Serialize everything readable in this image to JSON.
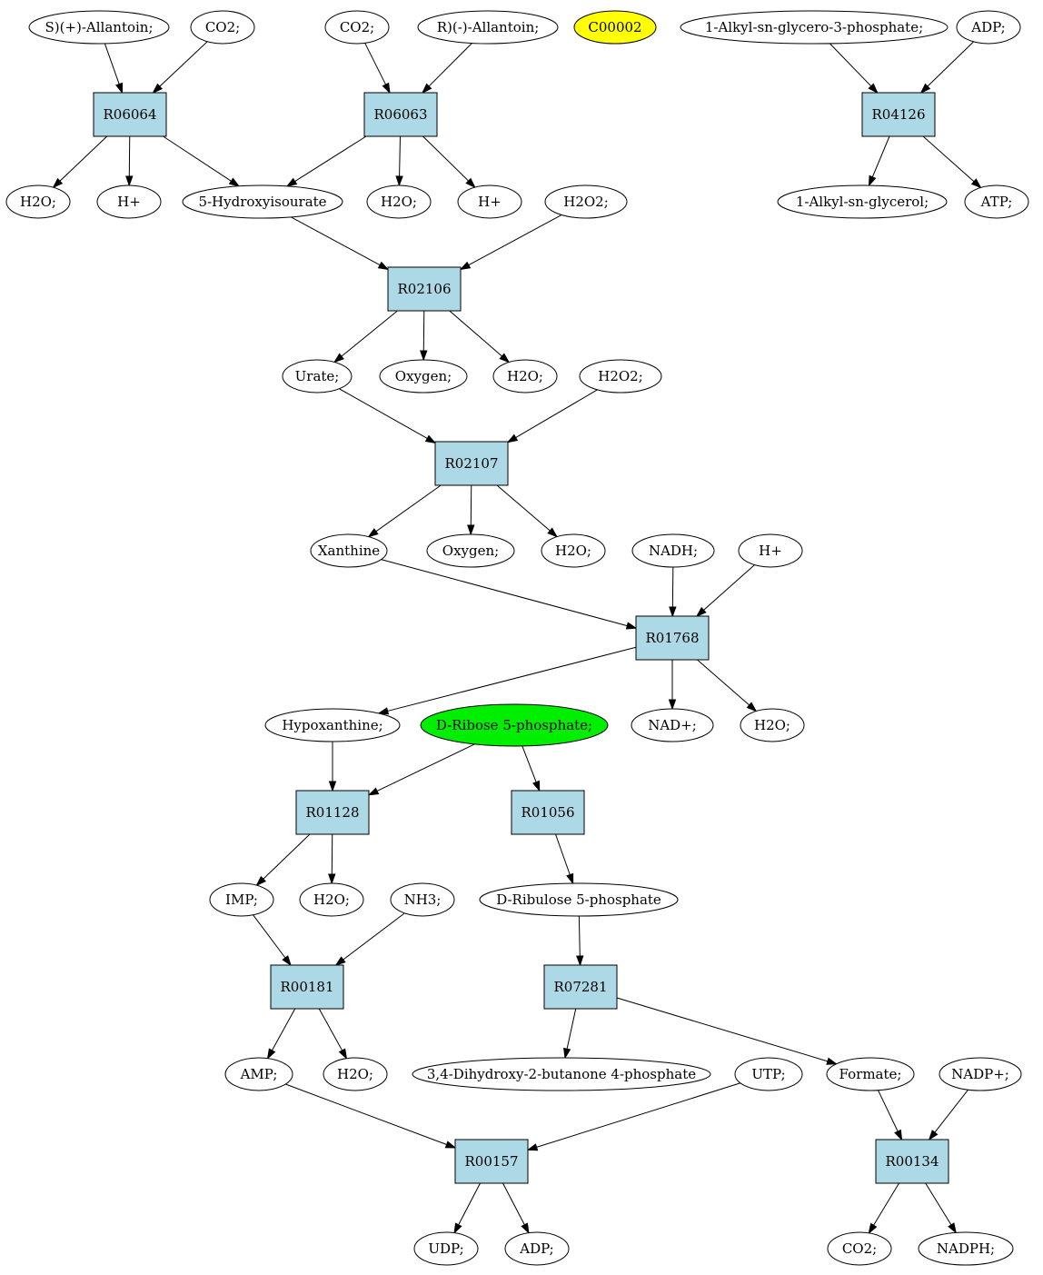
{
  "colors": {
    "reaction_fill": "#add8e6",
    "compound_fill": "#ffffff",
    "highlight_yellow": "#ffff00",
    "highlight_green": "#00ee00",
    "stroke": "#000000"
  },
  "nodes": {
    "n1": {
      "label": "S)(+)-Allantoin;",
      "kind": "compound"
    },
    "n2": {
      "label": "CO2;",
      "kind": "compound"
    },
    "n3": {
      "label": "CO2;",
      "kind": "compound"
    },
    "n4": {
      "label": "R)(-)-Allantoin;",
      "kind": "compound"
    },
    "n5": {
      "label": "C00002",
      "kind": "compound",
      "fill": "highlight_yellow"
    },
    "n6": {
      "label": "1-Alkyl-sn-glycero-3-phosphate;",
      "kind": "compound"
    },
    "n7": {
      "label": "ADP;",
      "kind": "compound"
    },
    "r1": {
      "label": "R06064",
      "kind": "reaction"
    },
    "r2": {
      "label": "R06063",
      "kind": "reaction"
    },
    "r3": {
      "label": "R04126",
      "kind": "reaction"
    },
    "n8": {
      "label": "H2O;",
      "kind": "compound"
    },
    "n9": {
      "label": "H+",
      "kind": "compound"
    },
    "n10": {
      "label": "5-Hydroxyisourate",
      "kind": "compound"
    },
    "n11": {
      "label": "H2O;",
      "kind": "compound"
    },
    "n12": {
      "label": "H+",
      "kind": "compound"
    },
    "n13": {
      "label": "H2O2;",
      "kind": "compound"
    },
    "n14": {
      "label": "1-Alkyl-sn-glycerol;",
      "kind": "compound"
    },
    "n15": {
      "label": "ATP;",
      "kind": "compound"
    },
    "r4": {
      "label": "R02106",
      "kind": "reaction"
    },
    "n16": {
      "label": "Urate;",
      "kind": "compound"
    },
    "n17": {
      "label": "Oxygen;",
      "kind": "compound"
    },
    "n18": {
      "label": "H2O;",
      "kind": "compound"
    },
    "n19": {
      "label": "H2O2;",
      "kind": "compound"
    },
    "r5": {
      "label": "R02107",
      "kind": "reaction"
    },
    "n20": {
      "label": "Xanthine",
      "kind": "compound"
    },
    "n21": {
      "label": "Oxygen;",
      "kind": "compound"
    },
    "n22": {
      "label": "H2O;",
      "kind": "compound"
    },
    "n23": {
      "label": "NADH;",
      "kind": "compound"
    },
    "n24": {
      "label": "H+",
      "kind": "compound"
    },
    "r6": {
      "label": "R01768",
      "kind": "reaction"
    },
    "n25": {
      "label": "Hypoxanthine;",
      "kind": "compound"
    },
    "n26": {
      "label": "D-Ribose 5-phosphate;",
      "kind": "compound",
      "fill": "highlight_green"
    },
    "n27": {
      "label": "NAD+;",
      "kind": "compound"
    },
    "n28": {
      "label": "H2O;",
      "kind": "compound"
    },
    "r7": {
      "label": "R01128",
      "kind": "reaction"
    },
    "r8": {
      "label": "R01056",
      "kind": "reaction"
    },
    "n29": {
      "label": "IMP;",
      "kind": "compound"
    },
    "n30": {
      "label": "H2O;",
      "kind": "compound"
    },
    "n31": {
      "label": "NH3;",
      "kind": "compound"
    },
    "n32": {
      "label": "D-Ribulose 5-phosphate",
      "kind": "compound"
    },
    "r9": {
      "label": "R00181",
      "kind": "reaction"
    },
    "r10": {
      "label": "R07281",
      "kind": "reaction"
    },
    "n33": {
      "label": "AMP;",
      "kind": "compound"
    },
    "n34": {
      "label": "H2O;",
      "kind": "compound"
    },
    "n35": {
      "label": "3,4-Dihydroxy-2-butanone 4-phosphate",
      "kind": "compound"
    },
    "n36": {
      "label": "UTP;",
      "kind": "compound"
    },
    "n37": {
      "label": "Formate;",
      "kind": "compound"
    },
    "n38": {
      "label": "NADP+;",
      "kind": "compound"
    },
    "r11": {
      "label": "R00157",
      "kind": "reaction"
    },
    "r12": {
      "label": "R00134",
      "kind": "reaction"
    },
    "n39": {
      "label": "UDP;",
      "kind": "compound"
    },
    "n40": {
      "label": "ADP;",
      "kind": "compound"
    },
    "n41": {
      "label": "CO2;",
      "kind": "compound"
    },
    "n42": {
      "label": "NADPH;",
      "kind": "compound"
    }
  },
  "edges": [
    [
      "n1",
      "r1"
    ],
    [
      "n2",
      "r1"
    ],
    [
      "n3",
      "r2"
    ],
    [
      "n4",
      "r2"
    ],
    [
      "n6",
      "r3"
    ],
    [
      "n7",
      "r3"
    ],
    [
      "r1",
      "n8"
    ],
    [
      "r1",
      "n9"
    ],
    [
      "r1",
      "n10"
    ],
    [
      "r2",
      "n10"
    ],
    [
      "r2",
      "n11"
    ],
    [
      "r2",
      "n12"
    ],
    [
      "r3",
      "n14"
    ],
    [
      "r3",
      "n15"
    ],
    [
      "n10",
      "r4"
    ],
    [
      "n13",
      "r4"
    ],
    [
      "r4",
      "n16"
    ],
    [
      "r4",
      "n17"
    ],
    [
      "r4",
      "n18"
    ],
    [
      "n16",
      "r5"
    ],
    [
      "n19",
      "r5"
    ],
    [
      "r5",
      "n20"
    ],
    [
      "r5",
      "n21"
    ],
    [
      "r5",
      "n22"
    ],
    [
      "n20",
      "r6"
    ],
    [
      "n23",
      "r6"
    ],
    [
      "n24",
      "r6"
    ],
    [
      "r6",
      "n25"
    ],
    [
      "r6",
      "n27"
    ],
    [
      "r6",
      "n28"
    ],
    [
      "n25",
      "r7"
    ],
    [
      "n26",
      "r7"
    ],
    [
      "n26",
      "r8"
    ],
    [
      "r7",
      "n29"
    ],
    [
      "r7",
      "n30"
    ],
    [
      "r8",
      "n32"
    ],
    [
      "n29",
      "r9"
    ],
    [
      "n31",
      "r9"
    ],
    [
      "n32",
      "r10"
    ],
    [
      "r9",
      "n33"
    ],
    [
      "r9",
      "n34"
    ],
    [
      "r10",
      "n35"
    ],
    [
      "r10",
      "n37"
    ],
    [
      "n33",
      "r11"
    ],
    [
      "n36",
      "r11"
    ],
    [
      "n37",
      "r12"
    ],
    [
      "n38",
      "r12"
    ],
    [
      "r11",
      "n39"
    ],
    [
      "r11",
      "n40"
    ],
    [
      "r12",
      "n41"
    ],
    [
      "r12",
      "n42"
    ]
  ]
}
